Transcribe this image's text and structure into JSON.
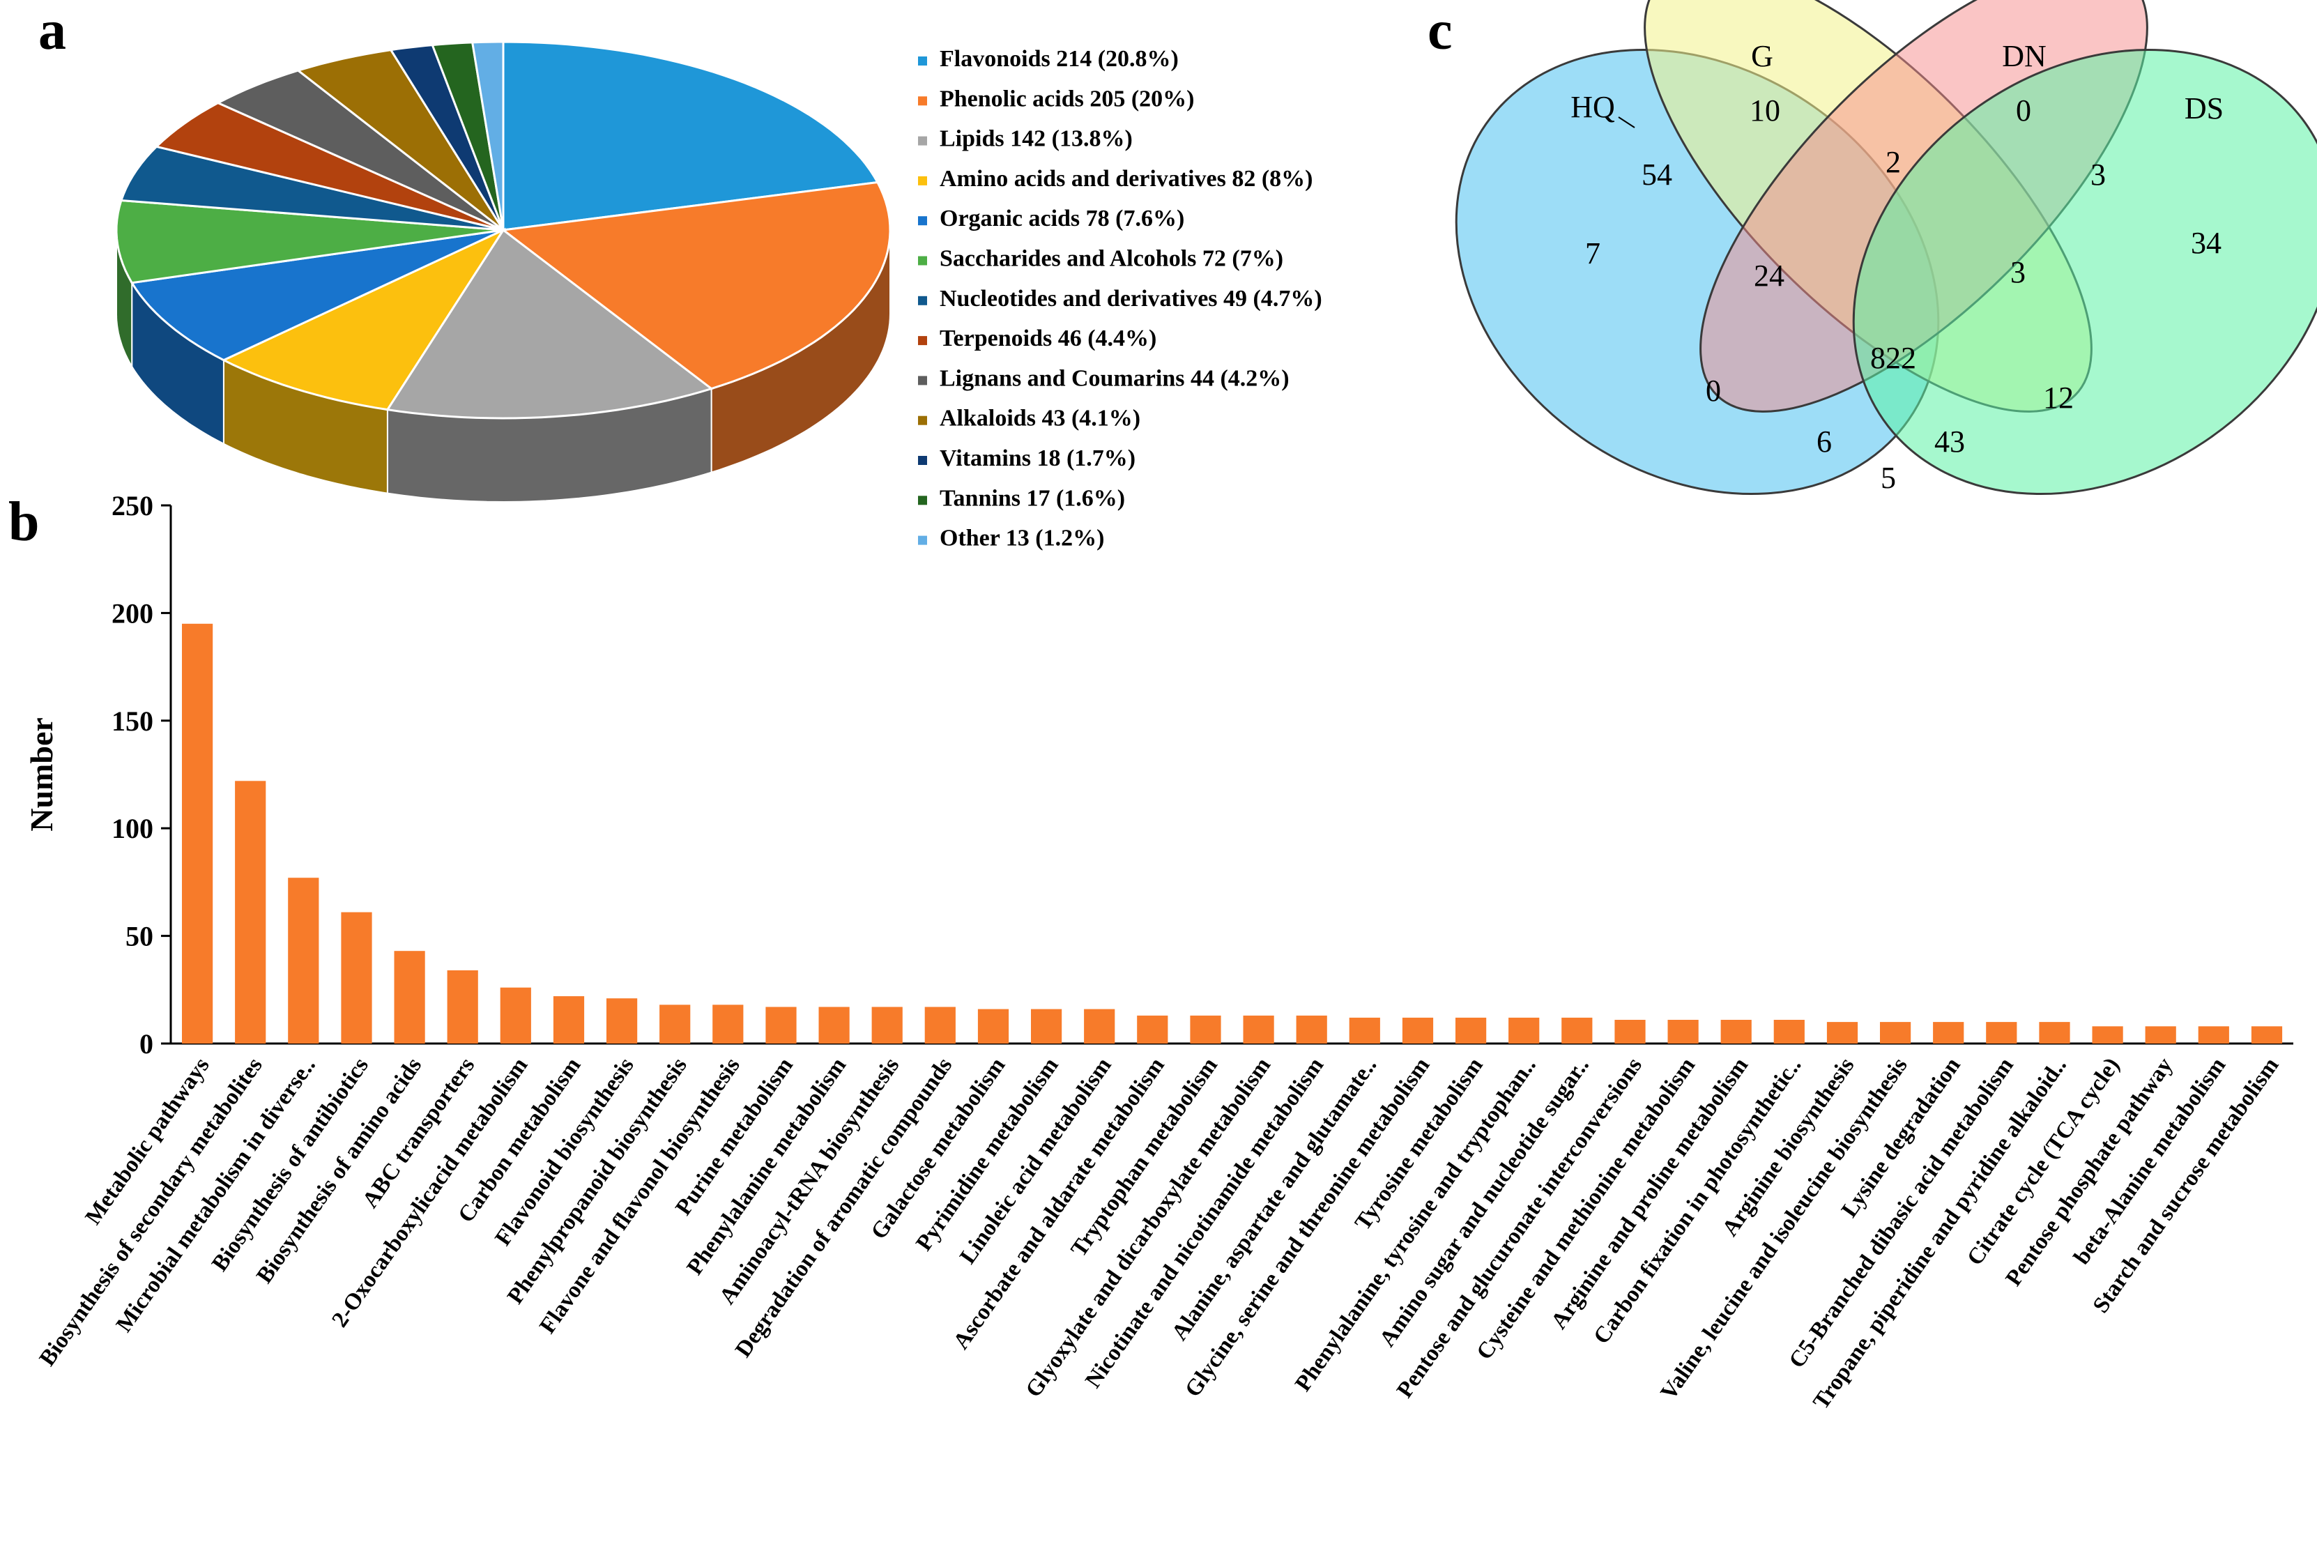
{
  "panels": {
    "a": "a",
    "b": "b",
    "c": "c"
  },
  "chart_data": [
    {
      "type": "pie",
      "panel": "a",
      "title": "",
      "slices": [
        {
          "label": "Flavonoids 214 (20.8%)",
          "value": 214,
          "color": "#1F97D8"
        },
        {
          "label": "Phenolic acids 205 (20%)",
          "value": 205,
          "color": "#F77B2A"
        },
        {
          "label": "Lipids 142 (13.8%)",
          "value": 142,
          "color": "#A6A6A6"
        },
        {
          "label": "Amino acids and derivatives 82 (8%)",
          "value": 82,
          "color": "#FCC00E"
        },
        {
          "label": "Organic acids 78 (7.6%)",
          "value": 78,
          "color": "#1874CD"
        },
        {
          "label": "Saccharides and Alcohols 72 (7%)",
          "value": 72,
          "color": "#4DAE45"
        },
        {
          "label": "Nucleotides and derivatives 49 (4.7%)",
          "value": 49,
          "color": "#10598E"
        },
        {
          "label": "Terpenoids 46 (4.4%)",
          "value": 46,
          "color": "#B2420E"
        },
        {
          "label": "Lignans and Coumarins 44 (4.2%)",
          "value": 44,
          "color": "#5E5E5E"
        },
        {
          "label": "Alkaloids 43 (4.1%)",
          "value": 43,
          "color": "#9C6F05"
        },
        {
          "label": "Vitamins 18 (1.7%)",
          "value": 18,
          "color": "#0E3A72"
        },
        {
          "label": "Tannins 17 (1.6%)",
          "value": 17,
          "color": "#24651F"
        },
        {
          "label": "Other 13 (1.2%)",
          "value": 13,
          "color": "#62AEE5"
        }
      ],
      "legend_position": "right"
    },
    {
      "type": "bar",
      "panel": "b",
      "ylabel": "Number",
      "xlabel": "",
      "ylim": [
        0,
        250
      ],
      "yticks": [
        0,
        50,
        100,
        150,
        200,
        250
      ],
      "bar_color": "#F77B2A",
      "categories": [
        "Metabolic pathways",
        "Biosynthesis of secondary metabolites",
        "Microbial metabolism in diverse..",
        "Biosynthesis of antibiotics",
        "Biosynthesis of amino acids",
        "ABC transporters",
        "2-Oxocarboxylicacid metabolism",
        "Carbon metabolism",
        "Flavonoid biosynthesis",
        "Phenylpropanoid biosynthesis",
        "Flavone and flavonol biosynthesis",
        "Purine metabolism",
        "Phenylalanine metabolism",
        "Aminoacyl-tRNA biosynthesis",
        "Degradation of aromatic compounds",
        "Galactose metabolism",
        "Pyrimidine metabolism",
        "Linoleic acid metabolism",
        "Ascorbate and aldarate metabolism",
        "Tryptophan metabolism",
        "Glyoxylate and dicarboxylate metabolism",
        "Nicotinate and nicotinamide metabolism",
        "Alanine, aspartate and glutamate..",
        "Glycine, serine and threonine metabolism",
        "Tyrosine metabolism",
        "Phenylalanine, tyrosine and tryptophan..",
        "Amino sugar and nucleotide sugar..",
        "Pentose and glucuronate interconversions",
        "Cysteine and methionine metabolism",
        "Arginine and proline metabolism",
        "Carbon fixation in photosynthetic..",
        "Arginine biosynthesis",
        "Valine, leucine and isoleucine biosynthesis",
        "Lysine degradation",
        "C5-Branched dibasic acid metabolism",
        "Tropane, piperidine and pyridine alkaloid..",
        "Citrate cycle (TCA cycle)",
        "Pentose phosphate pathway",
        "beta-Alanine metabolism",
        "Starch and sucrose metabolism"
      ],
      "values": [
        195,
        122,
        77,
        61,
        43,
        34,
        26,
        22,
        21,
        18,
        18,
        17,
        17,
        17,
        17,
        16,
        16,
        16,
        13,
        13,
        13,
        13,
        12,
        12,
        12,
        12,
        12,
        11,
        11,
        11,
        11,
        10,
        10,
        10,
        10,
        10,
        8,
        8,
        8,
        8
      ]
    },
    {
      "type": "venn",
      "panel": "c",
      "sets": [
        "HQ",
        "G",
        "DN",
        "DS"
      ],
      "set_colors": {
        "HQ": "#5CC7F2",
        "G": "#F2F28A",
        "DN": "#F58C8C",
        "DS": "#5CF2A6"
      },
      "regions": [
        {
          "sets": [
            "HQ"
          ],
          "value": 7
        },
        {
          "sets": [
            "G"
          ],
          "value": 10
        },
        {
          "sets": [
            "DN"
          ],
          "value": 0
        },
        {
          "sets": [
            "DS"
          ],
          "value": 34
        },
        {
          "sets": [
            "HQ",
            "G"
          ],
          "value": 54
        },
        {
          "sets": [
            "G",
            "DN"
          ],
          "value": 2
        },
        {
          "sets": [
            "DN",
            "DS"
          ],
          "value": 3
        },
        {
          "sets": [
            "HQ",
            "G",
            "DN"
          ],
          "value": 24
        },
        {
          "sets": [
            "G",
            "DN",
            "DS"
          ],
          "value": 3
        },
        {
          "sets": [
            "HQ",
            "G",
            "DN",
            "DS"
          ],
          "value": 822
        },
        {
          "sets": [
            "HQ",
            "DN"
          ],
          "value": 0
        },
        {
          "sets": [
            "G",
            "DS"
          ],
          "value": 12
        },
        {
          "sets": [
            "HQ",
            "DN",
            "DS"
          ],
          "value": 6
        },
        {
          "sets": [
            "HQ",
            "G",
            "DS"
          ],
          "value": 43
        },
        {
          "sets": [
            "HQ",
            "DS"
          ],
          "value": 5
        }
      ]
    }
  ]
}
